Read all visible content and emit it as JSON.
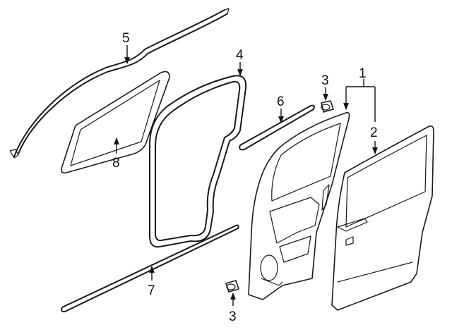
{
  "callouts": {
    "label_1": "1",
    "label_2": "2",
    "label_3_top": "3",
    "label_3_bottom": "3",
    "label_4": "4",
    "label_5": "5",
    "label_6": "6",
    "label_7": "7",
    "label_8": "8"
  }
}
